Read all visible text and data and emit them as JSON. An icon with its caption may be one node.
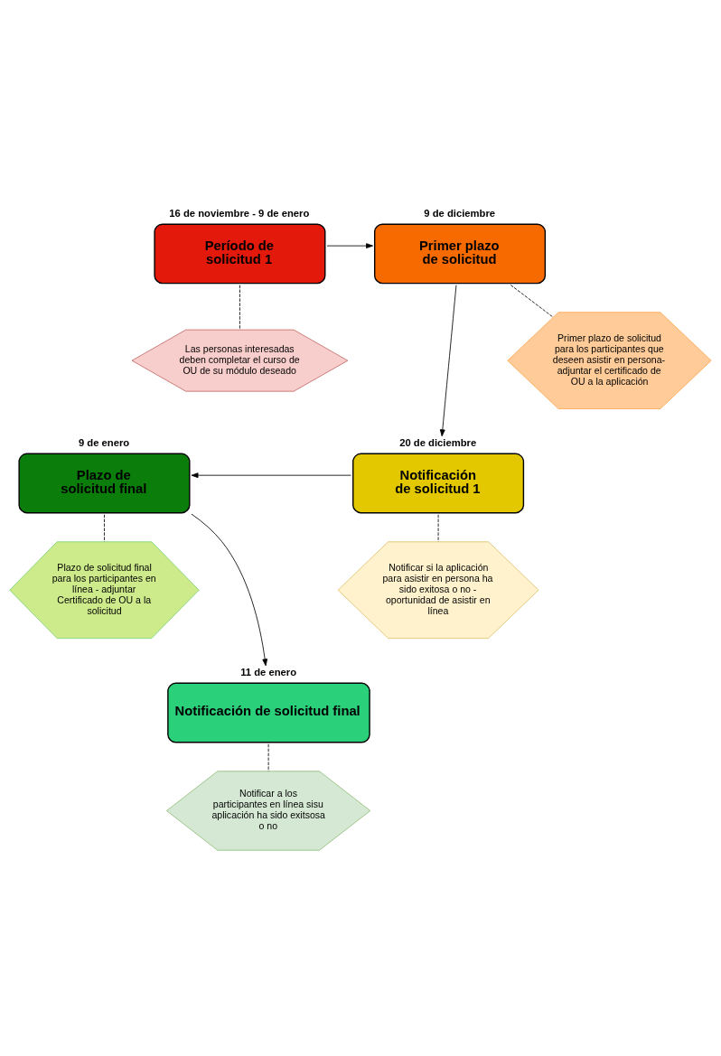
{
  "diagram": {
    "nodes": [
      {
        "text": [
          "Período de solicitud 1"
        ],
        "beside": [
          "16 de noviembre - 9 de enero"
        ]
      },
      {
        "text": [
          "Primer plazo de solicitud"
        ],
        "beside": [
          "9 de diciembre"
        ]
      },
      {
        "text": [
          "Las personas interesadas deben completar el curso de OU de su módulo deseado"
        ]
      },
      {
        "text": [
          "Primer plazo de solicitud para los participantes que deseen asistir en persona- adjuntar el certificado de OU a la aplicación"
        ]
      },
      {
        "text": [
          "Plazo de solicitud final"
        ],
        "beside": [
          "9 de enero"
        ]
      },
      {
        "text": [
          "Notificación de solicitud 1"
        ],
        "beside": [
          "20 de diciembre"
        ]
      },
      {
        "text": [
          "Plazo de solicitud final para los participantes en línea - adjuntar Certificado de OU a la solicitud"
        ]
      },
      {
        "text": [
          "Notificar si la aplicación para asistir en persona ha sido exitosa o no - oportunidad de asistir en línea"
        ]
      },
      {
        "text": [
          "Notificación de solicitud final"
        ],
        "beside": [
          "11 de enero"
        ]
      },
      {
        "text": [
          "Notificar a los participantes en línea sisu aplicación ha sido exitsosa o no"
        ]
      }
    ],
    "edges": [
      {
        "from": 0,
        "to": 1,
        "arrow": "to"
      },
      {
        "from": 0,
        "to": 2,
        "arrow": "none",
        "style": "dashed"
      },
      {
        "from": 1,
        "to": 3,
        "arrow": "none",
        "style": "dashed"
      },
      {
        "from": 1,
        "to": 5,
        "arrow": "to"
      },
      {
        "from": 5,
        "to": 4,
        "arrow": "to"
      },
      {
        "from": 4,
        "to": 6,
        "arrow": "none",
        "style": "dashed"
      },
      {
        "from": 5,
        "to": 7,
        "arrow": "none",
        "style": "dashed"
      },
      {
        "from": 4,
        "to": 8,
        "arrow": "to"
      },
      {
        "from": 8,
        "to": 9,
        "arrow": "none",
        "style": "dashed"
      }
    ]
  }
}
